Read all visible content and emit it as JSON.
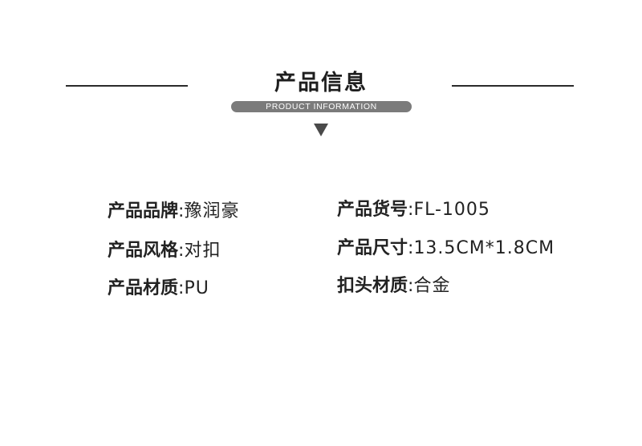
{
  "header": {
    "title": "产品信息",
    "subtitle": "PRODUCT INFORMATION"
  },
  "specs": [
    {
      "label": "产品品牌",
      "value": "豫润豪"
    },
    {
      "label": "产品货号",
      "value": "FL-1005"
    },
    {
      "label": "产品风格",
      "value": "对扣"
    },
    {
      "label": "产品尺寸",
      "value": "13.5CM*1.8CM"
    },
    {
      "label": "产品材质",
      "value": "PU"
    },
    {
      "label": "扣头材质",
      "value": "合金"
    }
  ],
  "separator": ":",
  "colors": {
    "rule": "#2b2b2b",
    "pill": "#7b7b7b",
    "arrow": "#4a4a4a",
    "text": "#222222"
  },
  "icons": {
    "arrow": "down-triangle"
  }
}
